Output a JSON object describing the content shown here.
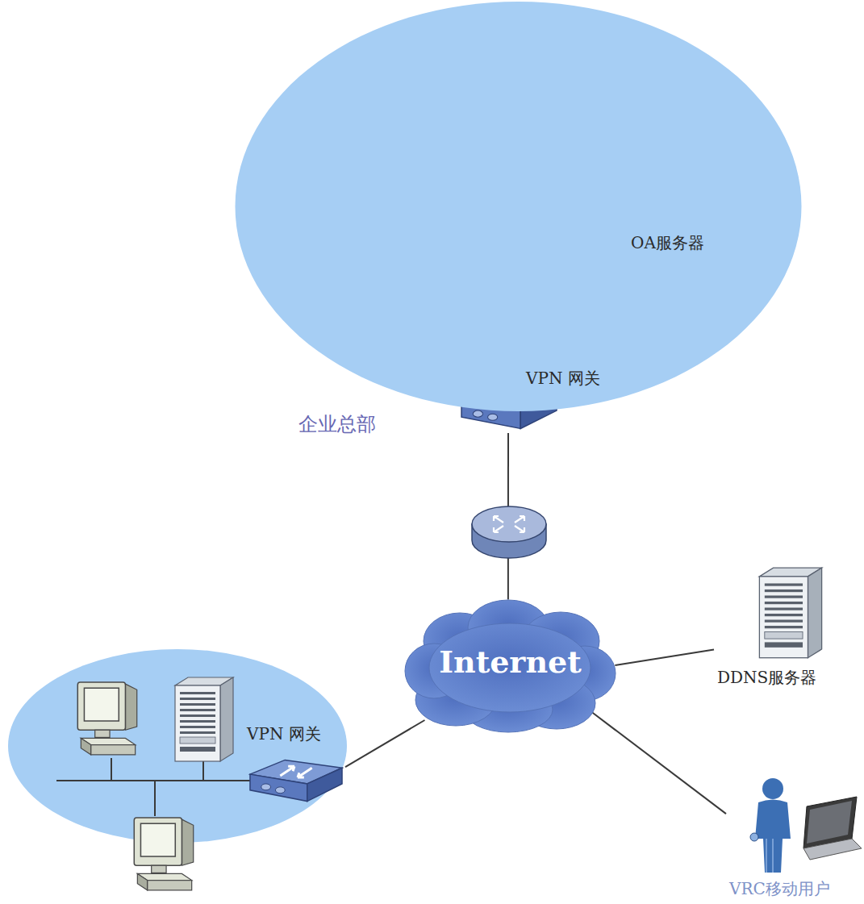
{
  "diagram": {
    "nodes": [
      {
        "text": [
          "企业总部"
        ]
      },
      {
        "text": [
          "OA服务器"
        ],
        "in": 0
      },
      {
        "text": [
          "VPN 网关"
        ],
        "in": 0
      },
      {
        "text": [
          "Internet"
        ]
      },
      {
        "text": [
          "DDNS服务器"
        ]
      },
      {
        "text": [
          "VPN 网关"
        ]
      },
      {
        "text": [
          "VRC移动用户"
        ]
      }
    ],
    "edges": [
      {
        "from": 2,
        "to": 3,
        "arrow": "none"
      },
      {
        "from": 3,
        "to": 4,
        "arrow": "none"
      },
      {
        "from": 3,
        "to": 5,
        "arrow": "none"
      },
      {
        "from": 3,
        "to": 6,
        "arrow": "none"
      }
    ]
  }
}
